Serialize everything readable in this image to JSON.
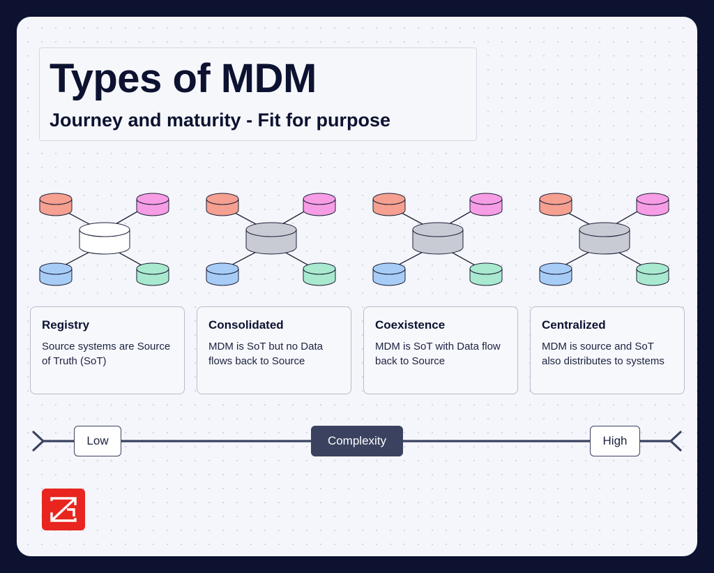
{
  "header": {
    "title": "Types of MDM",
    "subtitle": "Journey and maturity - Fit for purpose"
  },
  "mdm_types": [
    {
      "title": "Registry",
      "description": "Source systems are Source of Truth (SoT)",
      "hub_fill": "#ffffff",
      "flow": "inbound"
    },
    {
      "title": "Consolidated",
      "description": "MDM is SoT but no Data flows back to Source",
      "hub_fill": "#c9cbd4",
      "flow": "inbound"
    },
    {
      "title": "Coexistence",
      "description": "MDM is SoT with Data flow back to Source",
      "hub_fill": "#c9cbd4",
      "flow": "bidirectional"
    },
    {
      "title": "Centralized",
      "description": "MDM is source and SoT also distributes to systems",
      "hub_fill": "#c9cbd4",
      "flow": "outbound"
    }
  ],
  "source_colors": {
    "top_left": "#f5a090",
    "top_right": "#f79de6",
    "bottom_left": "#a7cdf7",
    "bottom_right": "#a9e9cf"
  },
  "scale": {
    "low_label": "Low",
    "center_label": "Complexity",
    "high_label": "High"
  },
  "colors": {
    "background": "#0c1230",
    "card": "#f5f6fb",
    "axis": "#3a4260",
    "logo": "#e8251f"
  },
  "logo": {
    "icon": "z-logo-icon"
  }
}
